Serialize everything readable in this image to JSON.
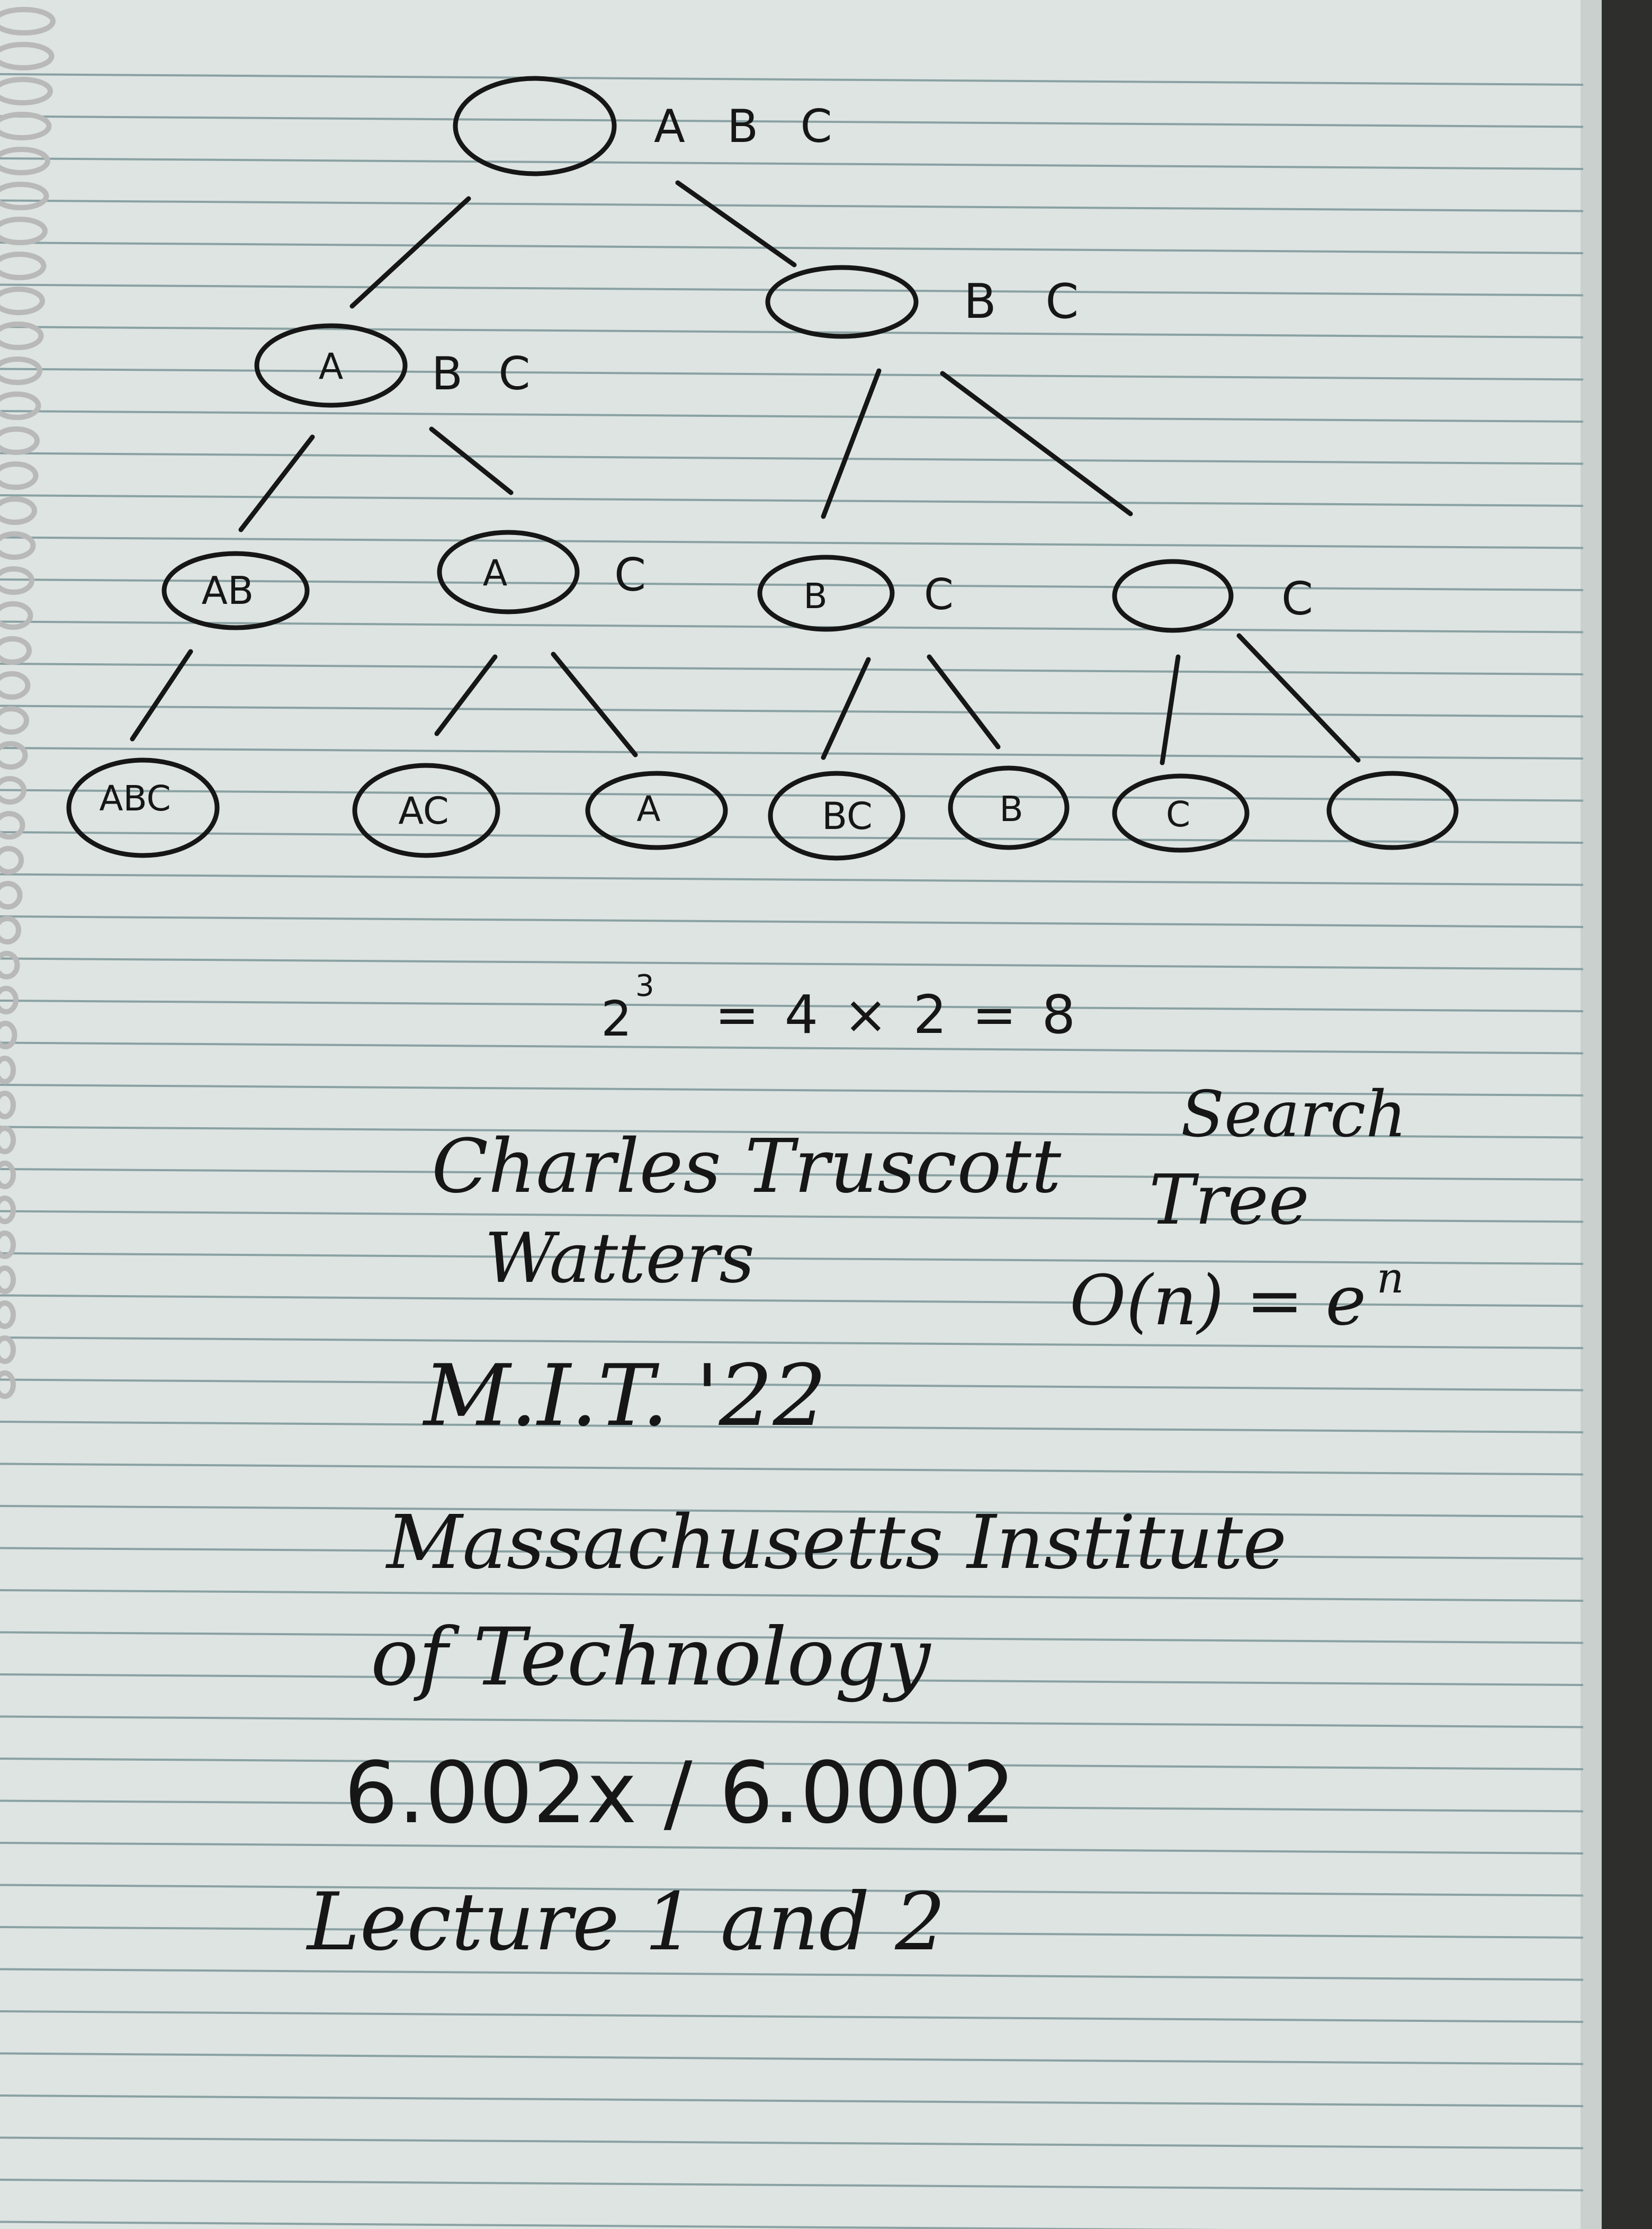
{
  "tree": {
    "root": {
      "node_label": "",
      "remaining": "A B C"
    },
    "level1": [
      {
        "node_label": "A",
        "remaining": "B C"
      },
      {
        "node_label": "",
        "remaining": "B C"
      }
    ],
    "level2": [
      {
        "node_label": "AB",
        "remaining": ""
      },
      {
        "node_label": "A",
        "remaining": "C"
      },
      {
        "node_label": "B",
        "remaining": "C"
      },
      {
        "node_label": "",
        "remaining": "C"
      }
    ],
    "leaves": [
      {
        "node_label": "ABC"
      },
      {
        "node_label": "AC"
      },
      {
        "node_label": "A"
      },
      {
        "node_label": "BC"
      },
      {
        "node_label": "B"
      },
      {
        "node_label": "C"
      },
      {
        "node_label": ""
      }
    ]
  },
  "equation": {
    "base": "2",
    "exponent": "3",
    "rest": "= 4 × 2 = 8"
  },
  "notes": {
    "name_line1": "Charles Truscott",
    "name_line2": "Watters",
    "class_year": "M.I.T. '22",
    "institute_line1": "Massachusetts Institute",
    "institute_line2": "of Technology",
    "course": "6.002x / 6.0002",
    "lecture": "Lecture 1 and 2",
    "side_note_line1": "Search",
    "side_note_line2": "Tree",
    "complexity_lhs": "O(n) = e",
    "complexity_exp": "n"
  },
  "colors": {
    "paper": "#dde4e1",
    "rule_line": "#8aa1a3",
    "margin_shadow": "#3a3a3a",
    "ink": "#161616",
    "spiral": "#b9b9b9"
  }
}
